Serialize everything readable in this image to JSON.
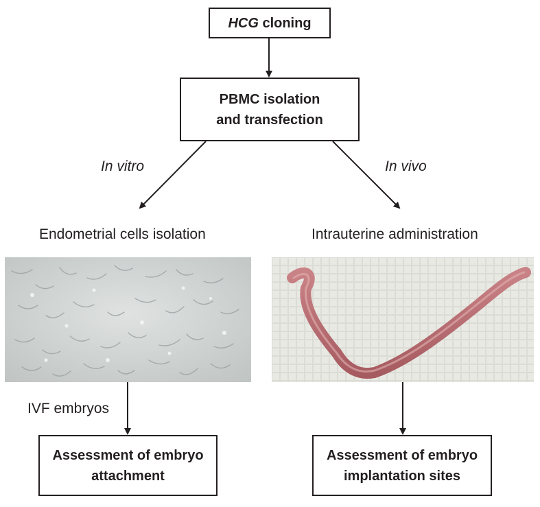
{
  "boxes": {
    "cloning": {
      "italic_part": "HCG",
      "rest": " cloning"
    },
    "pbmc": {
      "line1": "PBMC isolation",
      "line2": "and transfection"
    },
    "attachment": {
      "line1": "Assessment of embryo",
      "line2": "attachment"
    },
    "implantation": {
      "line1": "Assessment of embryo",
      "line2": "implantation sites"
    }
  },
  "labels": {
    "in_vitro": "In vitro",
    "in_vivo": "In vivo",
    "endometrial": "Endometrial cells isolation",
    "intrauterine": "Intrauterine administration",
    "ivf": "IVF embryos"
  },
  "colors": {
    "line": "#231f20",
    "cells_bg": "#cfd3d2",
    "gauze_bg": "#dcdcd6",
    "uterus": "#b86a6e"
  },
  "images": {
    "left": "micrograph-endometrial-cells",
    "right": "mouse-uterus-on-gauze"
  }
}
